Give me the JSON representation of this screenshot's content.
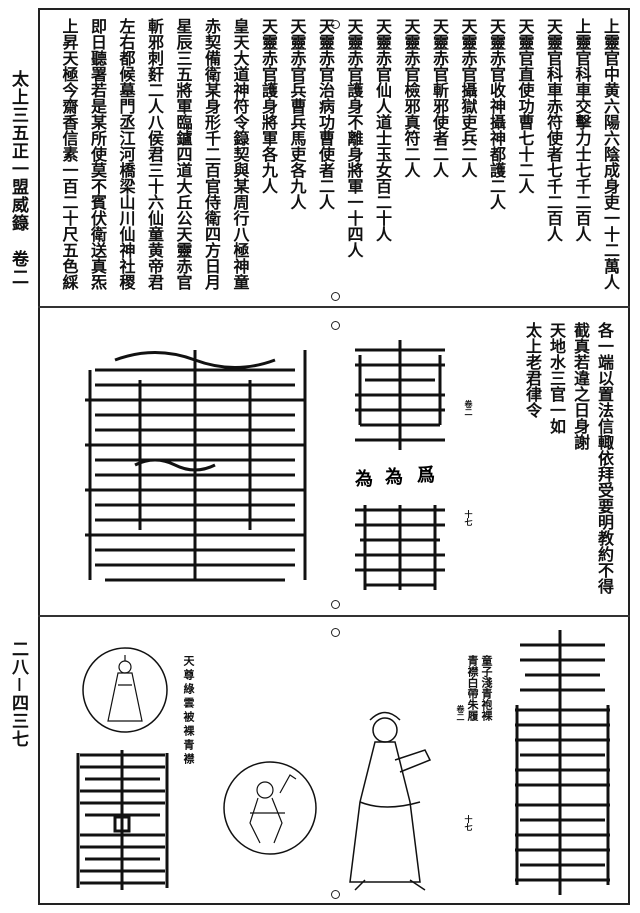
{
  "margin": {
    "book_title": "太上三五正一盟威籙　卷二",
    "page_number": "二八－四三七"
  },
  "top_panel": {
    "columns": [
      "上靈官中黄六陽六陰成身吏一十二萬人",
      "上靈官科車交擊力士七千二百人",
      "天靈官科車赤符使者七千二百人",
      "天靈官直使功曹七十二人",
      "天靈赤官收神攝神都護二人",
      "天靈赤官攝獄吏兵二人",
      "天靈赤官斬邪使者二人",
      "天靈赤官檢邪真符二人",
      "天靈赤官仙人道士玉女百二十人",
      "天靈赤官護身不離身將軍一十四人",
      "天靈赤官治病功曹使者二人",
      "天靈赤官兵曹兵馬吏各九人",
      "天靈赤官護身將軍各九人",
      "皇天大道神符令籙契與某周行八極神童",
      "赤契備衛某身形千二百官侍衛四方日月",
      "星辰三五將軍臨鑪四道大丘公天靈赤官",
      "斬邪刺姧二人八侯君三十六仙童黄帝君",
      "左右都候墓門丞江河橋梁山川仙神社稷",
      "即日聽署若是某所使莫不賓伏衛送真炁",
      "上昇天極今齋香信素一百二十尺五色綵"
    ]
  },
  "middle_panel": {
    "columns": [
      "各一端以置法信輙依拜受要明教約不得",
      "截真若違之日身謝",
      "天地水三官一如",
      "太上老君律令"
    ],
    "notes": [
      "卷二",
      "十七"
    ],
    "talisman_chars": [
      "為",
      "為",
      "爲"
    ]
  },
  "bottom_panel": {
    "caption_right": [
      "童子淺青袍裸",
      "青襟白帶朱履"
    ],
    "caption_right_note": "卷二",
    "caption_left": "天尊綠雲被裸青襟",
    "note": "十七"
  }
}
